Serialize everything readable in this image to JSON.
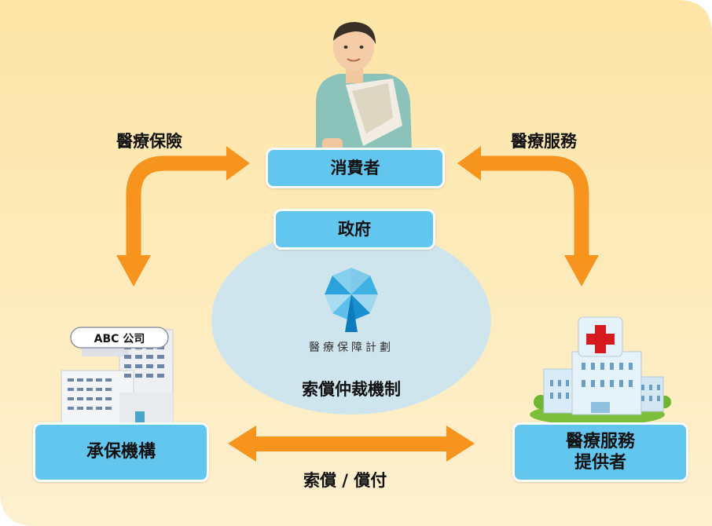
{
  "nodes": {
    "consumer": "消費者",
    "government": "政府",
    "insurer": "承保機構",
    "provider_line1": "醫療服務",
    "provider_line2": "提供者"
  },
  "flows": {
    "insurance": "醫療保險",
    "medical_service": "醫療服務",
    "claims_payment": "索償 / 償付"
  },
  "center": {
    "scheme_name": "醫療保障計劃",
    "mechanism": "索償仲裁機制"
  },
  "company_sign": "ABC 公司",
  "colors": {
    "background": "#fde9b2",
    "label_box": "#62c6ef",
    "arrow": "#f7941d",
    "ellipse": "#cfe5ee",
    "hospital_cross": "#d71920"
  },
  "icons": [
    "person-illustration",
    "umbrella-logo-icon",
    "office-building-illustration",
    "hospital-illustration"
  ]
}
